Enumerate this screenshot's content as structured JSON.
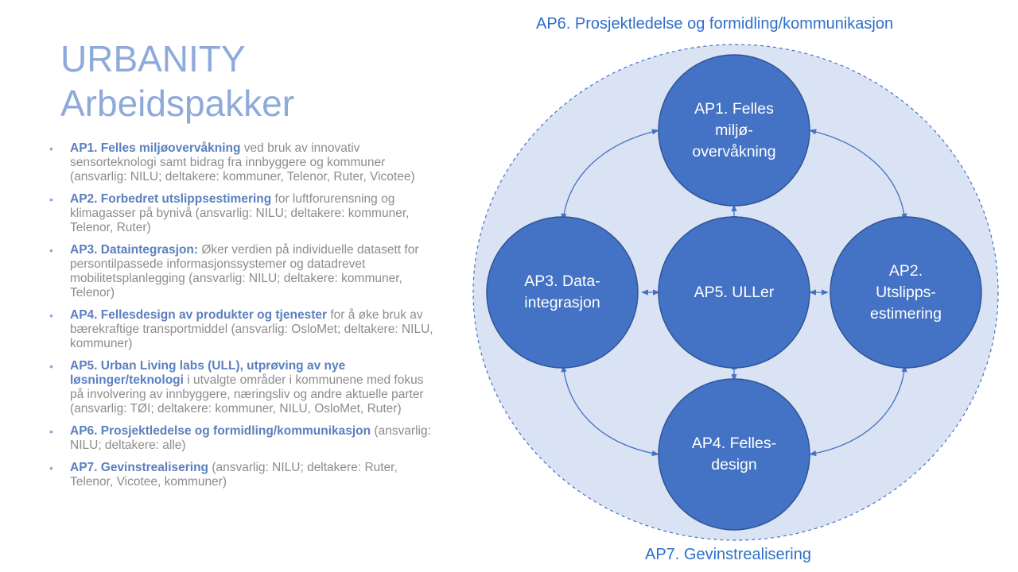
{
  "title": {
    "line1": "URBANITY",
    "line2": "Arbeidspakker"
  },
  "work_packages": [
    {
      "bold": "AP1. Felles miljøovervåkning",
      "rest": " ved bruk av innovativ sensorteknologi samt bidrag fra innbyggere og kommuner (ansvarlig: NILU; deltakere: kommuner, Telenor, Ruter, Vicotee)"
    },
    {
      "bold": "AP2. Forbedret  utslippsestimering",
      "rest": " for luftforurensning og klimagasser på bynivå  (ansvarlig: NILU; deltakere: kommuner, Telenor, Ruter)"
    },
    {
      "bold": "AP3. Dataintegrasjon:",
      "rest": " Øker verdien på individuelle datasett for persontilpassede informasjonssystemer og datadrevet mobilitetsplanlegging (ansvarlig: NILU; deltakere: kommuner, Telenor)"
    },
    {
      "bold": "AP4. Fellesdesign av produkter og tjenester",
      "rest": " for å øke bruk av bærekraftige transportmiddel (ansvarlig: OsloMet; deltakere:  NILU, kommuner)"
    },
    {
      "bold": "AP5. Urban Living labs (ULL), utprøving av nye løsninger/teknologi",
      "rest": " i utvalgte områder i kommunene med fokus på involvering av innbyggere, næringsliv og andre aktuelle parter (ansvarlig: TØI; deltakere: kommuner, NILU, OsloMet, Ruter)"
    },
    {
      "bold": "AP6. Prosjektledelse og formidling/kommunikasjon",
      "rest": " (ansvarlig: NILU; deltakere: alle)"
    },
    {
      "bold": "AP7. Gevinstrealisering",
      "rest": " (ansvarlig: NILU; deltakere: Ruter, Telenor, Vicotee, kommuner)"
    }
  ],
  "bullet_glyph": "•",
  "diagram": {
    "outer_label_top": "AP6. Prosjektledelse og formidling/kommunikasjon",
    "outer_label_bottom": "AP7. Gevinstrealisering",
    "nodes": {
      "ap1": [
        "AP1. Felles",
        "miljø-",
        "overvåkning"
      ],
      "ap2": [
        "AP2.",
        "Utslipps-",
        "estimering"
      ],
      "ap3": [
        "AP3. Data-",
        "integrasjon"
      ],
      "ap4": [
        "AP4. Felles-",
        "design"
      ],
      "ap5": [
        "AP5. ULLer"
      ]
    }
  },
  "colors": {
    "title": "#8eaadb",
    "bullet_bold": "#5b7fbf",
    "body_text": "#8c8c8c",
    "outer_fill": "#dae3f3",
    "node_fill": "#4472c4",
    "node_stroke": "#2f5597",
    "arrow": "#4472c4",
    "heading": "#2e6fc9"
  }
}
